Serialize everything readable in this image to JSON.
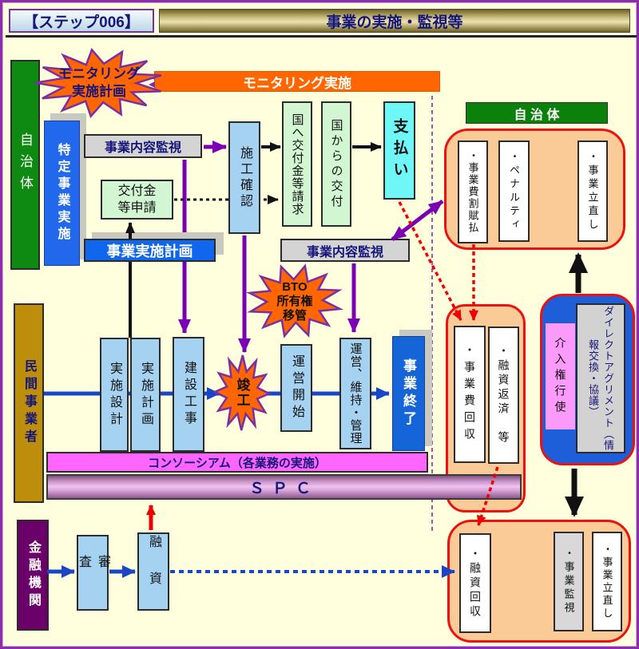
{
  "header": {
    "step": "【ステップ006】",
    "title": "事業の実施・監視等"
  },
  "lanes": {
    "jichitai": "自治体",
    "tokutei": "特定事業実施",
    "minkan": "民間事業者",
    "kinyu": "金融機関"
  },
  "monitoring": {
    "burst_l1": "モニタリング",
    "burst_l2": "実施計画",
    "bar": "モニタリング実施"
  },
  "flow": {
    "kanshi1": "事業内容監視",
    "kofukin_l1": "交付金",
    "kofukin_l2": "等申請",
    "sekou": "施工確認",
    "seikyu": "国へ交付金等請求",
    "kofu": "国からの交付",
    "shiharai": "支払い",
    "jisshi_bar": "事業実施計画",
    "kanshi2": "事業内容監視",
    "bto_l1": "BTO",
    "bto_l2": "所有権",
    "bto_l3": "移管",
    "sekkei": "実施設計",
    "keikaku": "実施計画",
    "kensetsu": "建設工事",
    "shunko": "竣工",
    "unei_kaishi": "運営開始",
    "unei_iji": "運営、維持・管理",
    "shuryo": "事業終了",
    "consortium": "コンソーシアム（各業務の実施）",
    "spc": "ＳＰＣ",
    "shinsa": "審査",
    "yushi": "融資"
  },
  "right": {
    "header": "自 治 体",
    "top_items": [
      "・事業費割賦払",
      "・ペナルティ",
      "・事業立直し"
    ],
    "mid_items": [
      "・事業費回収",
      "・融資返済　等"
    ],
    "kainyu": "介入権行使",
    "direct": "ダイレクトアグリメント（情報交換・協議）",
    "bottom_items": [
      "・融資回収",
      "・事業監視",
      "・事業立直し"
    ]
  },
  "colors": {
    "accent_orange": "#FF6600",
    "peach": "#FACB97",
    "red_border": "#EE1111",
    "purple_arrow": "#7B00B4",
    "flow_blue": "#1747C8",
    "lane_green": "#0E8A12",
    "bar_blue": "#1166EE",
    "pink": "#FF66FF",
    "background": "#FFFFDE"
  }
}
